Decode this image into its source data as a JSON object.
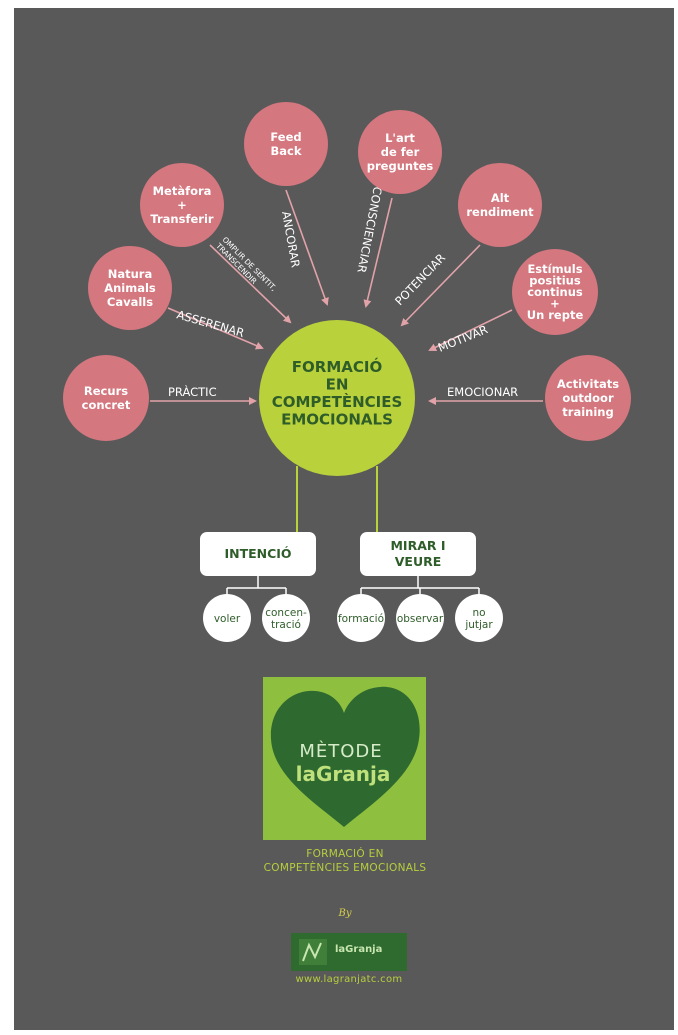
{
  "colors": {
    "background": "#59595a",
    "pink_node": "#d4777f",
    "center": "#b9d13b",
    "edge_arrow": "#e1a2a8",
    "dark_green_text": "#2f5d2a",
    "logo_green": "#8fbf3f",
    "caption": "#b7cf3c"
  },
  "diagram": {
    "center": {
      "lines": [
        "FORMACIÓ",
        "EN",
        "COMPETÈNCIES",
        "EMOCIONALS"
      ]
    },
    "nodes": [
      {
        "id": "feed-back",
        "lines": [
          "Feed",
          "Back"
        ],
        "edge_label": "ANCORAR"
      },
      {
        "id": "art-preguntes",
        "lines": [
          "L'art",
          "de fer",
          "preguntes"
        ],
        "edge_label": "CONSCIENCIAR"
      },
      {
        "id": "metafora",
        "lines": [
          "Metàfora",
          "+",
          "Transferir"
        ],
        "edge_label_lines": [
          "OMPLIR DE SENTIT,",
          "TRANSCENDIR"
        ]
      },
      {
        "id": "alt-rendiment",
        "lines": [
          "Alt",
          "rendiment"
        ],
        "edge_label": "POTENCIAR"
      },
      {
        "id": "natura",
        "lines": [
          "Natura",
          "Animals",
          "Cavalls"
        ],
        "edge_label": "ASSERENAR"
      },
      {
        "id": "estimuls",
        "lines": [
          "Estímuls",
          "positius",
          "continus",
          "+",
          "Un repte"
        ],
        "edge_label": "MOTIVAR"
      },
      {
        "id": "recurs",
        "lines": [
          "Recurs",
          "concret"
        ],
        "edge_label": "PRÀCTIC"
      },
      {
        "id": "activitats",
        "lines": [
          "Activitats",
          "outdoor",
          "training"
        ],
        "edge_label": "EMOCIONAR"
      }
    ],
    "boxes": [
      {
        "id": "intencio",
        "lines": [
          "INTENCIÓ"
        ],
        "leaves": [
          [
            "voler"
          ],
          [
            "concen-",
            "tració"
          ]
        ]
      },
      {
        "id": "mirar",
        "lines": [
          "MIRAR I",
          "VEURE"
        ],
        "leaves": [
          [
            "formació"
          ],
          [
            "observar"
          ],
          [
            "no",
            "jutjar"
          ]
        ]
      }
    ]
  },
  "logo": {
    "line1": "MÈTODE",
    "line2": "laGranja"
  },
  "caption": {
    "line1": "FORMACIÓ EN",
    "line2": "COMPETÈNCIES EMOCIONALS"
  },
  "by": "By",
  "small_logo": {
    "text": "laGranja"
  },
  "website": "www.lagranjatc.com"
}
